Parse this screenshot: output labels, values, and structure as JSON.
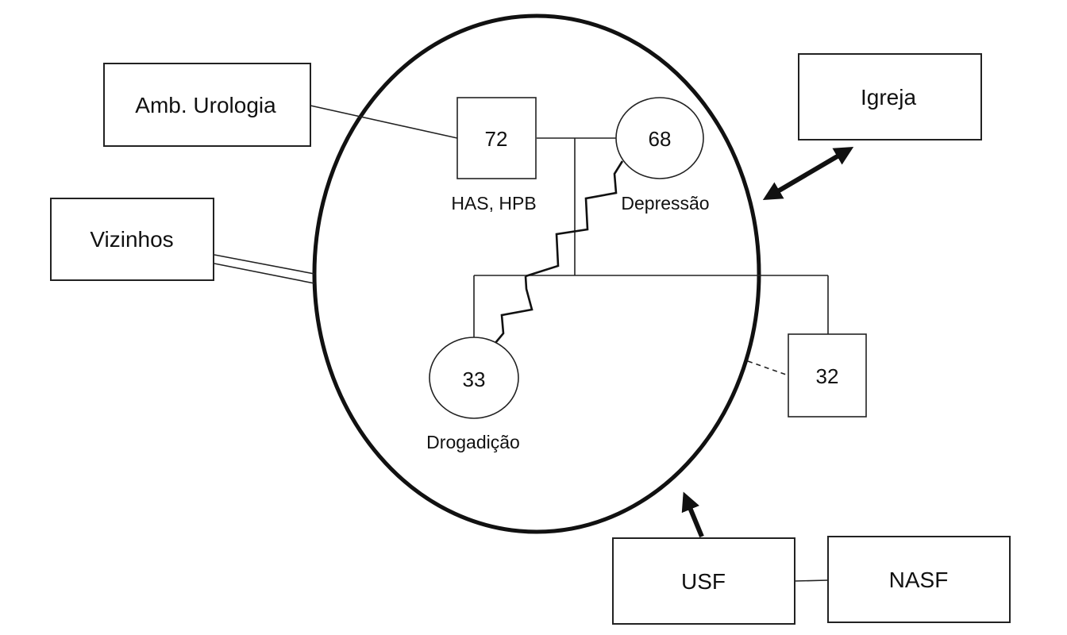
{
  "ecomap": {
    "external": {
      "urology": "Amb. Urologia",
      "neighbors": "Vizinhos",
      "church": "Igreja",
      "usf": "USF",
      "nasf": "NASF"
    },
    "members": {
      "father_age": "72",
      "father_conditions": "HAS, HPB",
      "mother_age": "68",
      "mother_conditions": "Depressão",
      "daughter_age": "33",
      "daughter_conditions": "Drogadição",
      "son_age": "32"
    },
    "colors": {
      "stroke": "#222222",
      "background": "#ffffff"
    }
  }
}
